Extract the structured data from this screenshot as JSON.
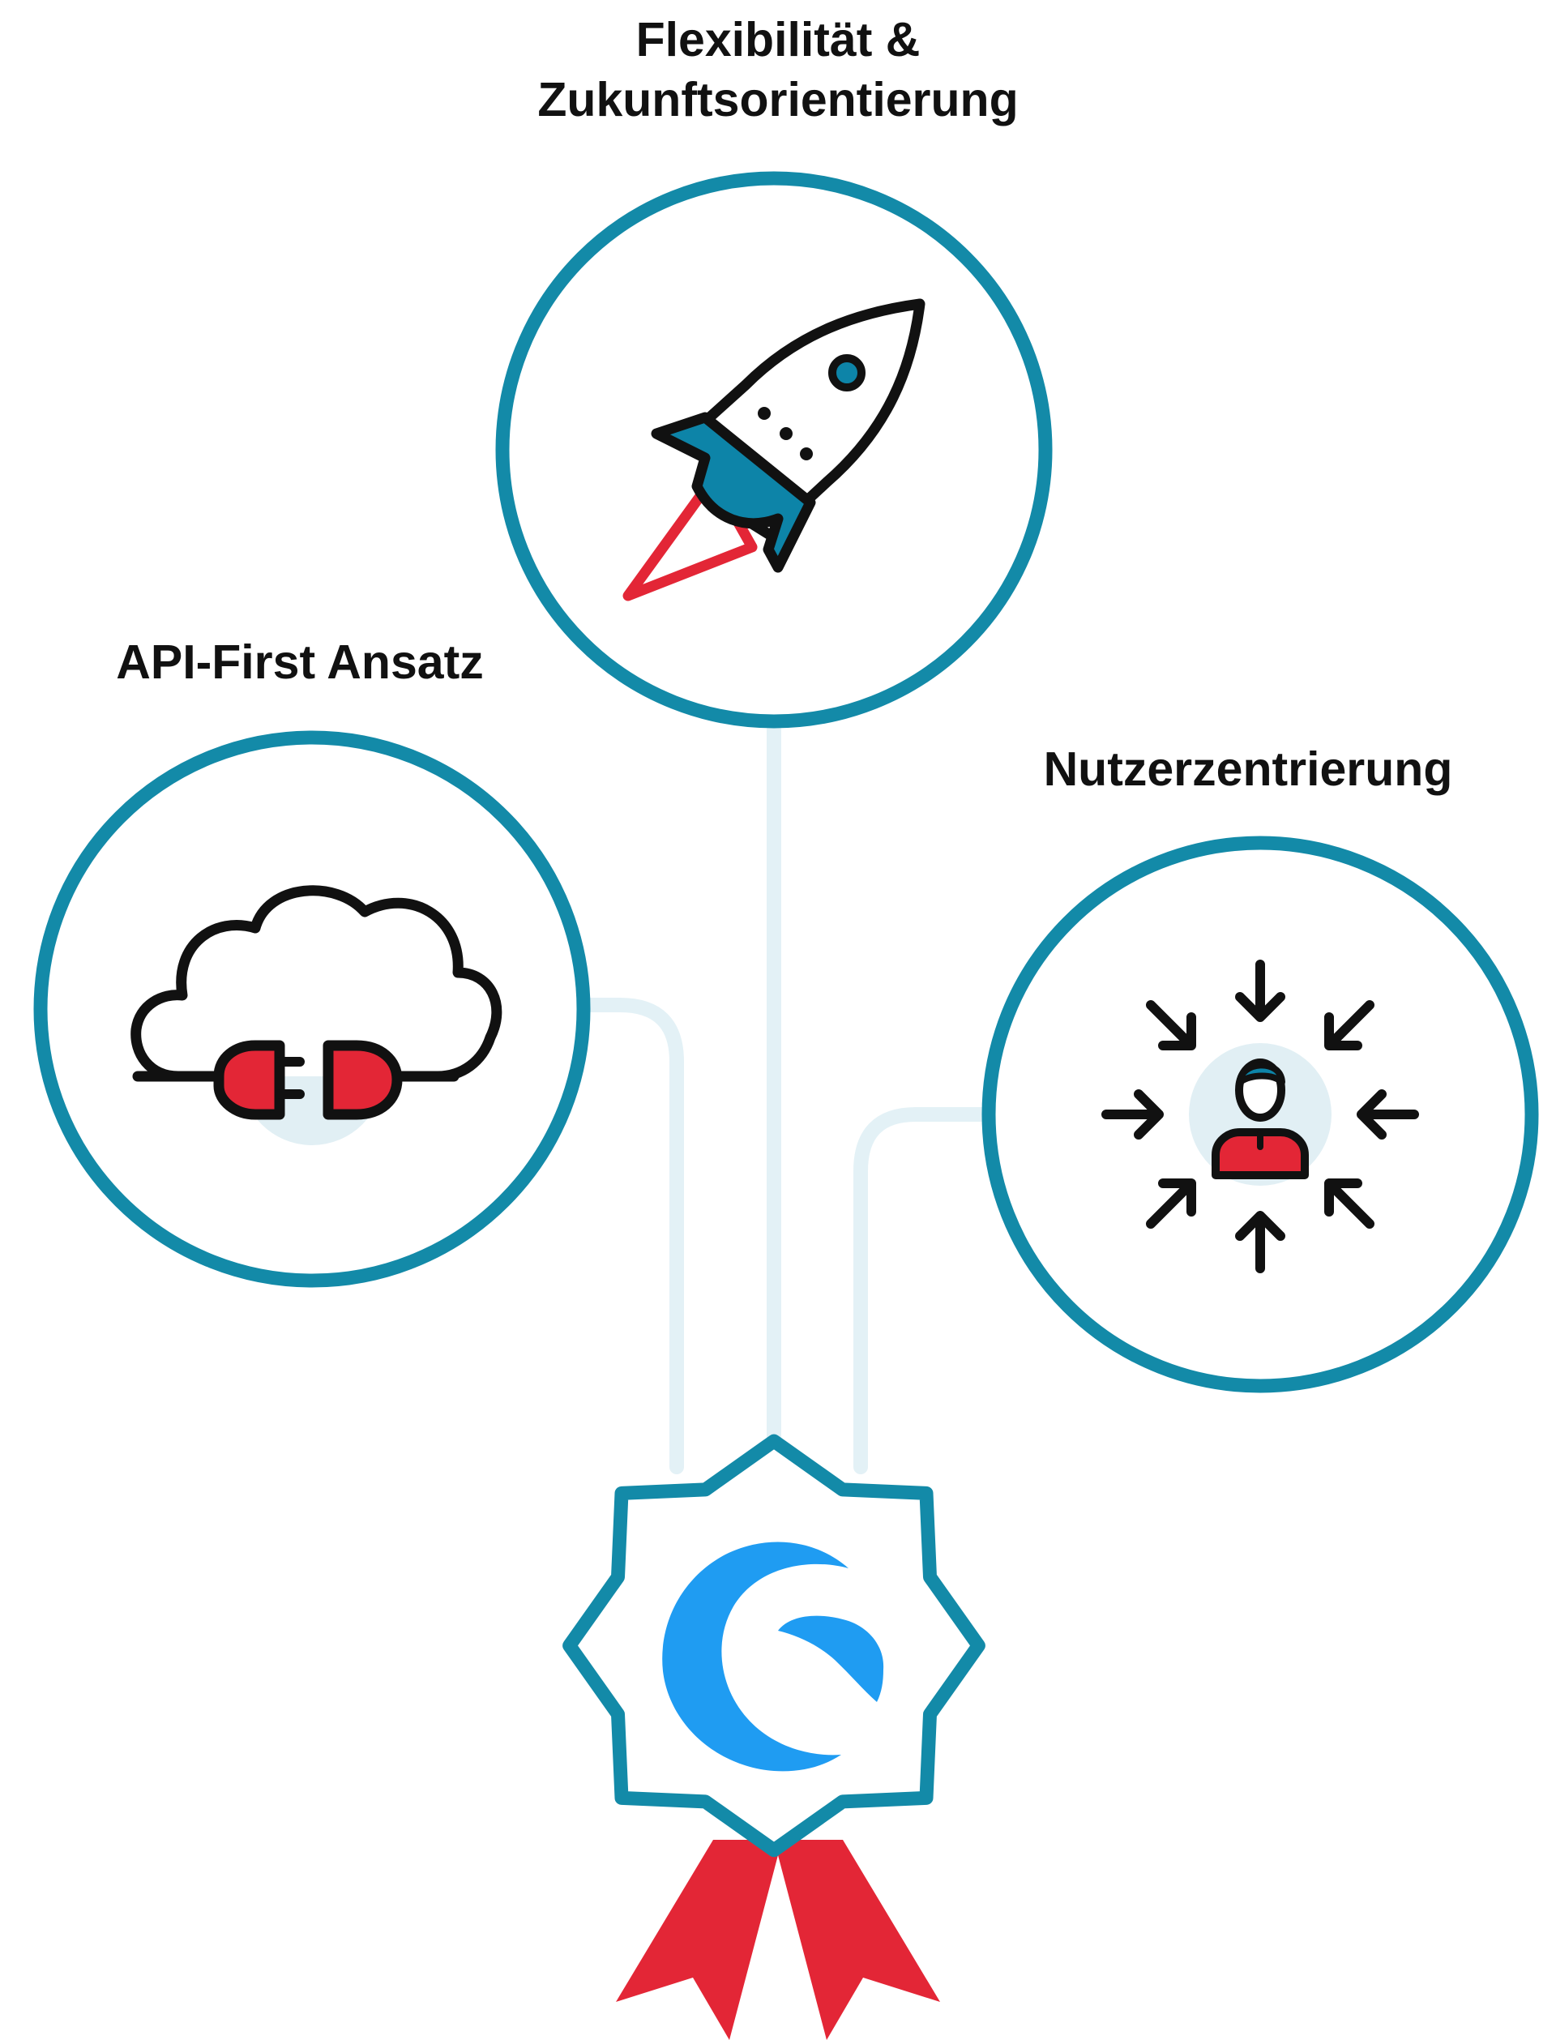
{
  "features": [
    {
      "id": "flex",
      "title_lines": [
        "Flexibilität &",
        "Zukunftsorientierung"
      ],
      "icon": "rocket-icon"
    },
    {
      "id": "api",
      "title_lines": [
        "API-First Ansatz"
      ],
      "icon": "cloud-plug-icon"
    },
    {
      "id": "user",
      "title_lines": [
        "Nutzerzentrierung"
      ],
      "icon": "user-focus-icon"
    }
  ],
  "center": {
    "icon": "shopware-badge-icon"
  },
  "colors": {
    "ring": "#138aa8",
    "connector": "#e3f1f6",
    "accent_red": "#e32636",
    "accent_blue": "#1f9cf2",
    "icon_teal": "#0d84a8",
    "halo": "#e1eff4",
    "stroke": "#111111"
  }
}
